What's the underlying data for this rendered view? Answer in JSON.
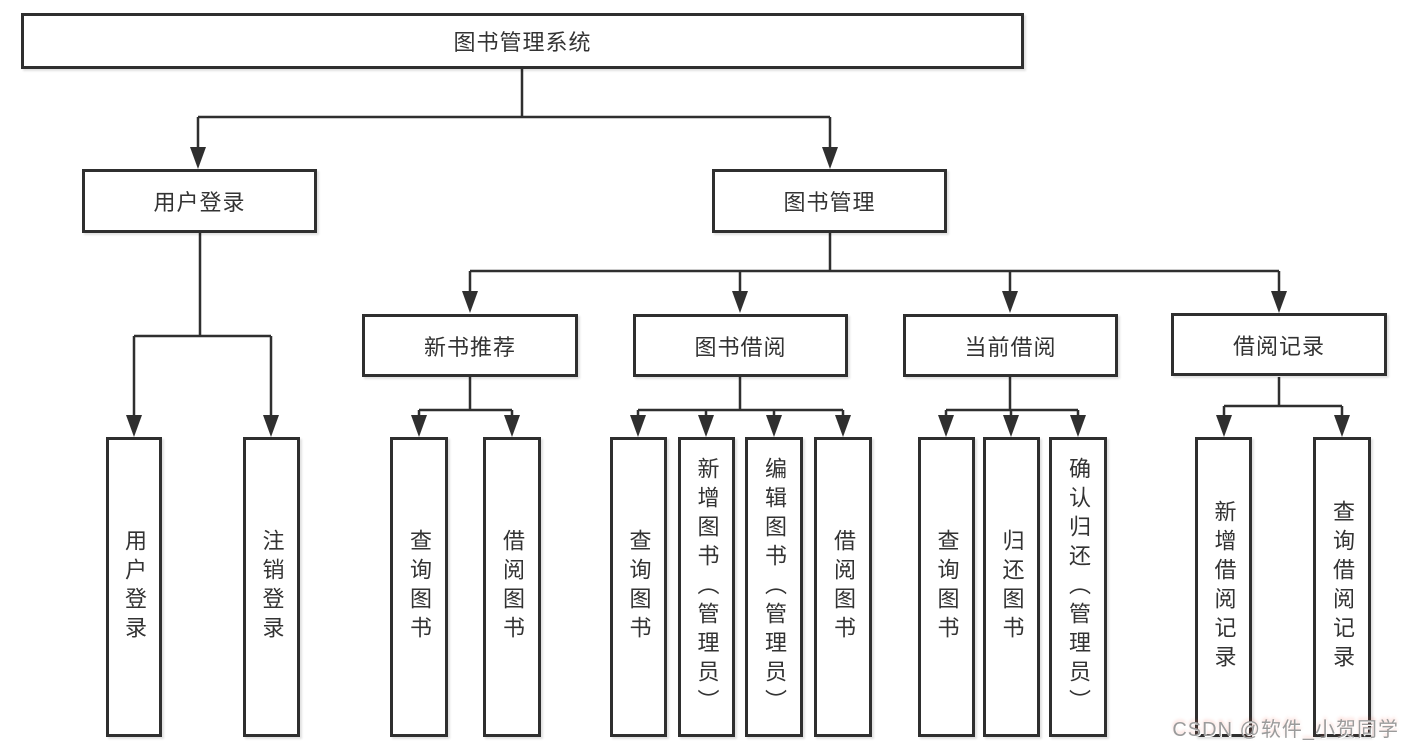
{
  "diagram": {
    "root": {
      "label": "图书管理系统"
    },
    "level2": [
      {
        "label": "用户登录",
        "children": [
          {
            "label": "用户登录"
          },
          {
            "label": "注销登录"
          }
        ]
      },
      {
        "label": "图书管理",
        "children": [
          {
            "label": "新书推荐",
            "children": [
              {
                "label": "查询图书"
              },
              {
                "label": "借阅图书"
              }
            ]
          },
          {
            "label": "图书借阅",
            "children": [
              {
                "label": "查询图书"
              },
              {
                "label": "新增图书（管理员）"
              },
              {
                "label": "编辑图书（管理员）"
              },
              {
                "label": "借阅图书"
              }
            ]
          },
          {
            "label": "当前借阅",
            "children": [
              {
                "label": "查询图书"
              },
              {
                "label": "归还图书"
              },
              {
                "label": "确认归还（管理员）"
              }
            ]
          },
          {
            "label": "借阅记录",
            "children": [
              {
                "label": "新增借阅记录"
              },
              {
                "label": "查询借阅记录"
              }
            ]
          }
        ]
      }
    ]
  },
  "watermark": {
    "text": "CSDN @软件_小贺同学"
  },
  "colors": {
    "line": "#2f2f2f",
    "text": "#333333",
    "background": "#ffffff",
    "watermark_text": "#9b9b9b"
  }
}
